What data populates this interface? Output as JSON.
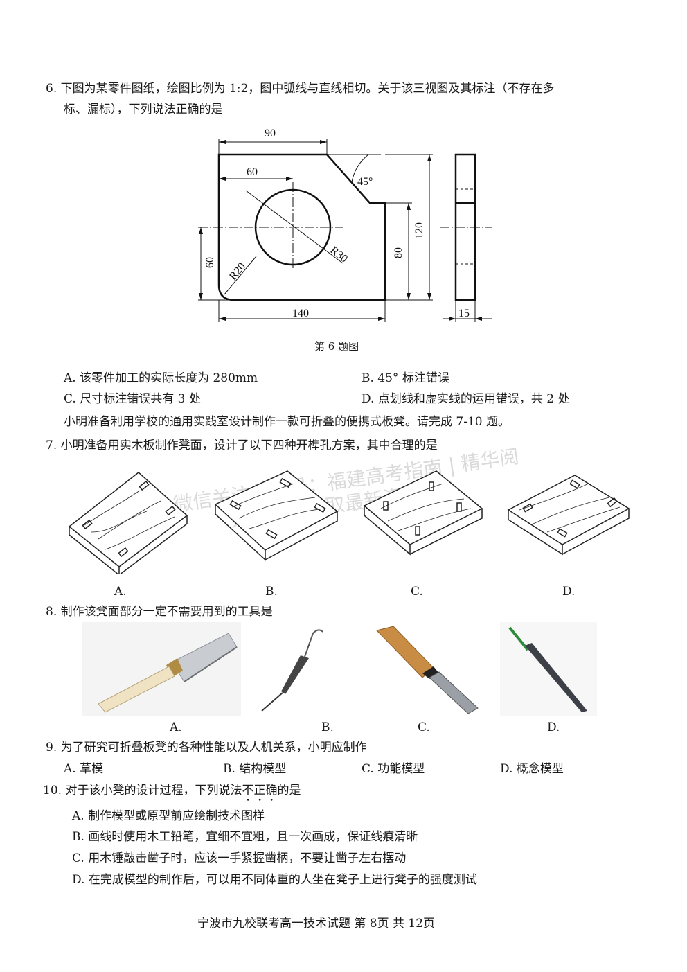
{
  "q6": {
    "line1": "6. 下图为某零件图纸，绘图比例为 1:2，图中弧线与直线相切。关于该三视图及其标注（不存在多",
    "line2": "标、漏标），下列说法正确的是",
    "caption": "第 6 题图",
    "dims": {
      "d90": "90",
      "d60top": "60",
      "d45": "45°",
      "d120": "120",
      "d80": "80",
      "d60left": "60",
      "r20": "R20",
      "r30": "R30",
      "d140": "140",
      "d15": "15"
    },
    "options": {
      "a": "A. 该零件加工的实际长度为 280mm",
      "b": "B. 45° 标注错误",
      "c": "C. 尺寸标注错误共有 3 处",
      "d": "D. 点划线和虚实线的运用错误，共 2 处"
    }
  },
  "intro": "小明准备利用学校的通用实践室设计制作一款可折叠的便携式板凳。请完成 7-10 题。",
  "q7": {
    "stem": "7. 小明准备用实木板制作凳面，设计了以下四种开榫孔方案，其中合理的是",
    "labels": [
      "A.",
      "B.",
      "C.",
      "D."
    ]
  },
  "q8": {
    "stem": "8. 制作该凳面部分一定不需要用到的工具是",
    "labels": [
      "A.",
      "B.",
      "C.",
      "D."
    ],
    "tools": [
      "saw-icon",
      "awl-icon",
      "chisel-icon",
      "carving-knife-icon"
    ]
  },
  "q9": {
    "stem": "9. 为了研究可折叠板凳的各种性能以及人机关系，小明应制作",
    "options": [
      "A. 草模",
      "B. 结构模型",
      "C. 功能模型",
      "D. 概念模型"
    ]
  },
  "q10": {
    "stem_pre": "10. 对于该小凳的设计过程，下列说法",
    "stem_emph": "不正确",
    "stem_post": "的是",
    "options": [
      "A. 制作模型或原型前应绘制技术图样",
      "B. 画线时使用木工铅笔，宜细不宜粗，且一次画成，保证线痕清晰",
      "C. 用木锤敲击凿子时，应该一手紧握凿柄，不要让凿子左右摆动",
      "D. 在完成模型的制作后，可以用不同体重的人坐在凳子上进行凳子的强度测试"
    ]
  },
  "watermark": {
    "line1": "微信关注公众号：福建高考指南 | 精华阅",
    "line2": "第一时间获取最新资料"
  },
  "footer": "宁波市九校联考高一技术试题  第 8页  共 12页"
}
